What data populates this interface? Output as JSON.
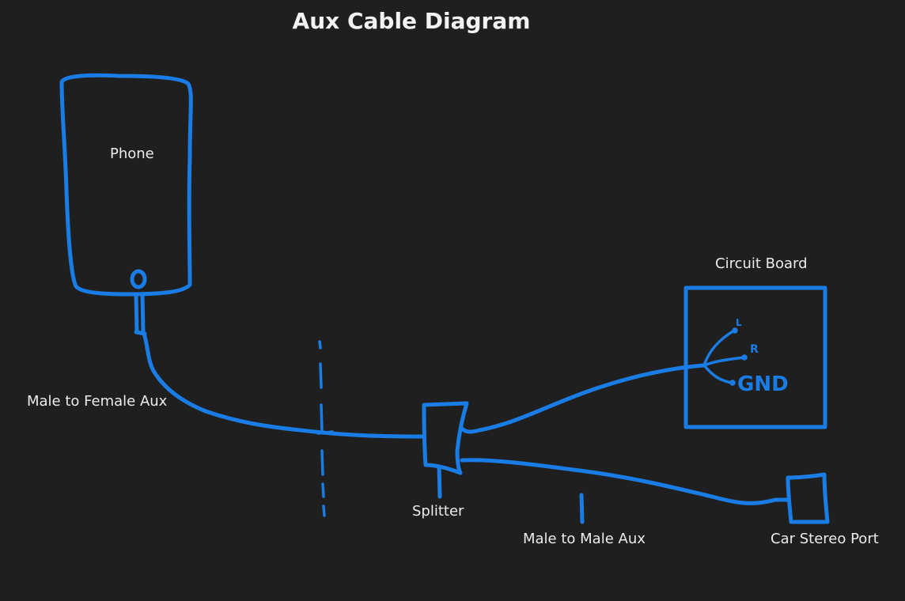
{
  "title": "Aux Cable Diagram",
  "labels": {
    "phone": "Phone",
    "male_to_female": "Male to Female Aux",
    "splitter": "Splitter",
    "male_to_male": "Male to Male Aux",
    "circuit_board": "Circuit Board",
    "car_stereo": "Car Stereo Port"
  },
  "board_pins": {
    "left": "L",
    "right": "R",
    "ground": "GND"
  },
  "colors": {
    "background": "#201f1f",
    "ink": "#1a7de6",
    "text": "#ececec"
  }
}
